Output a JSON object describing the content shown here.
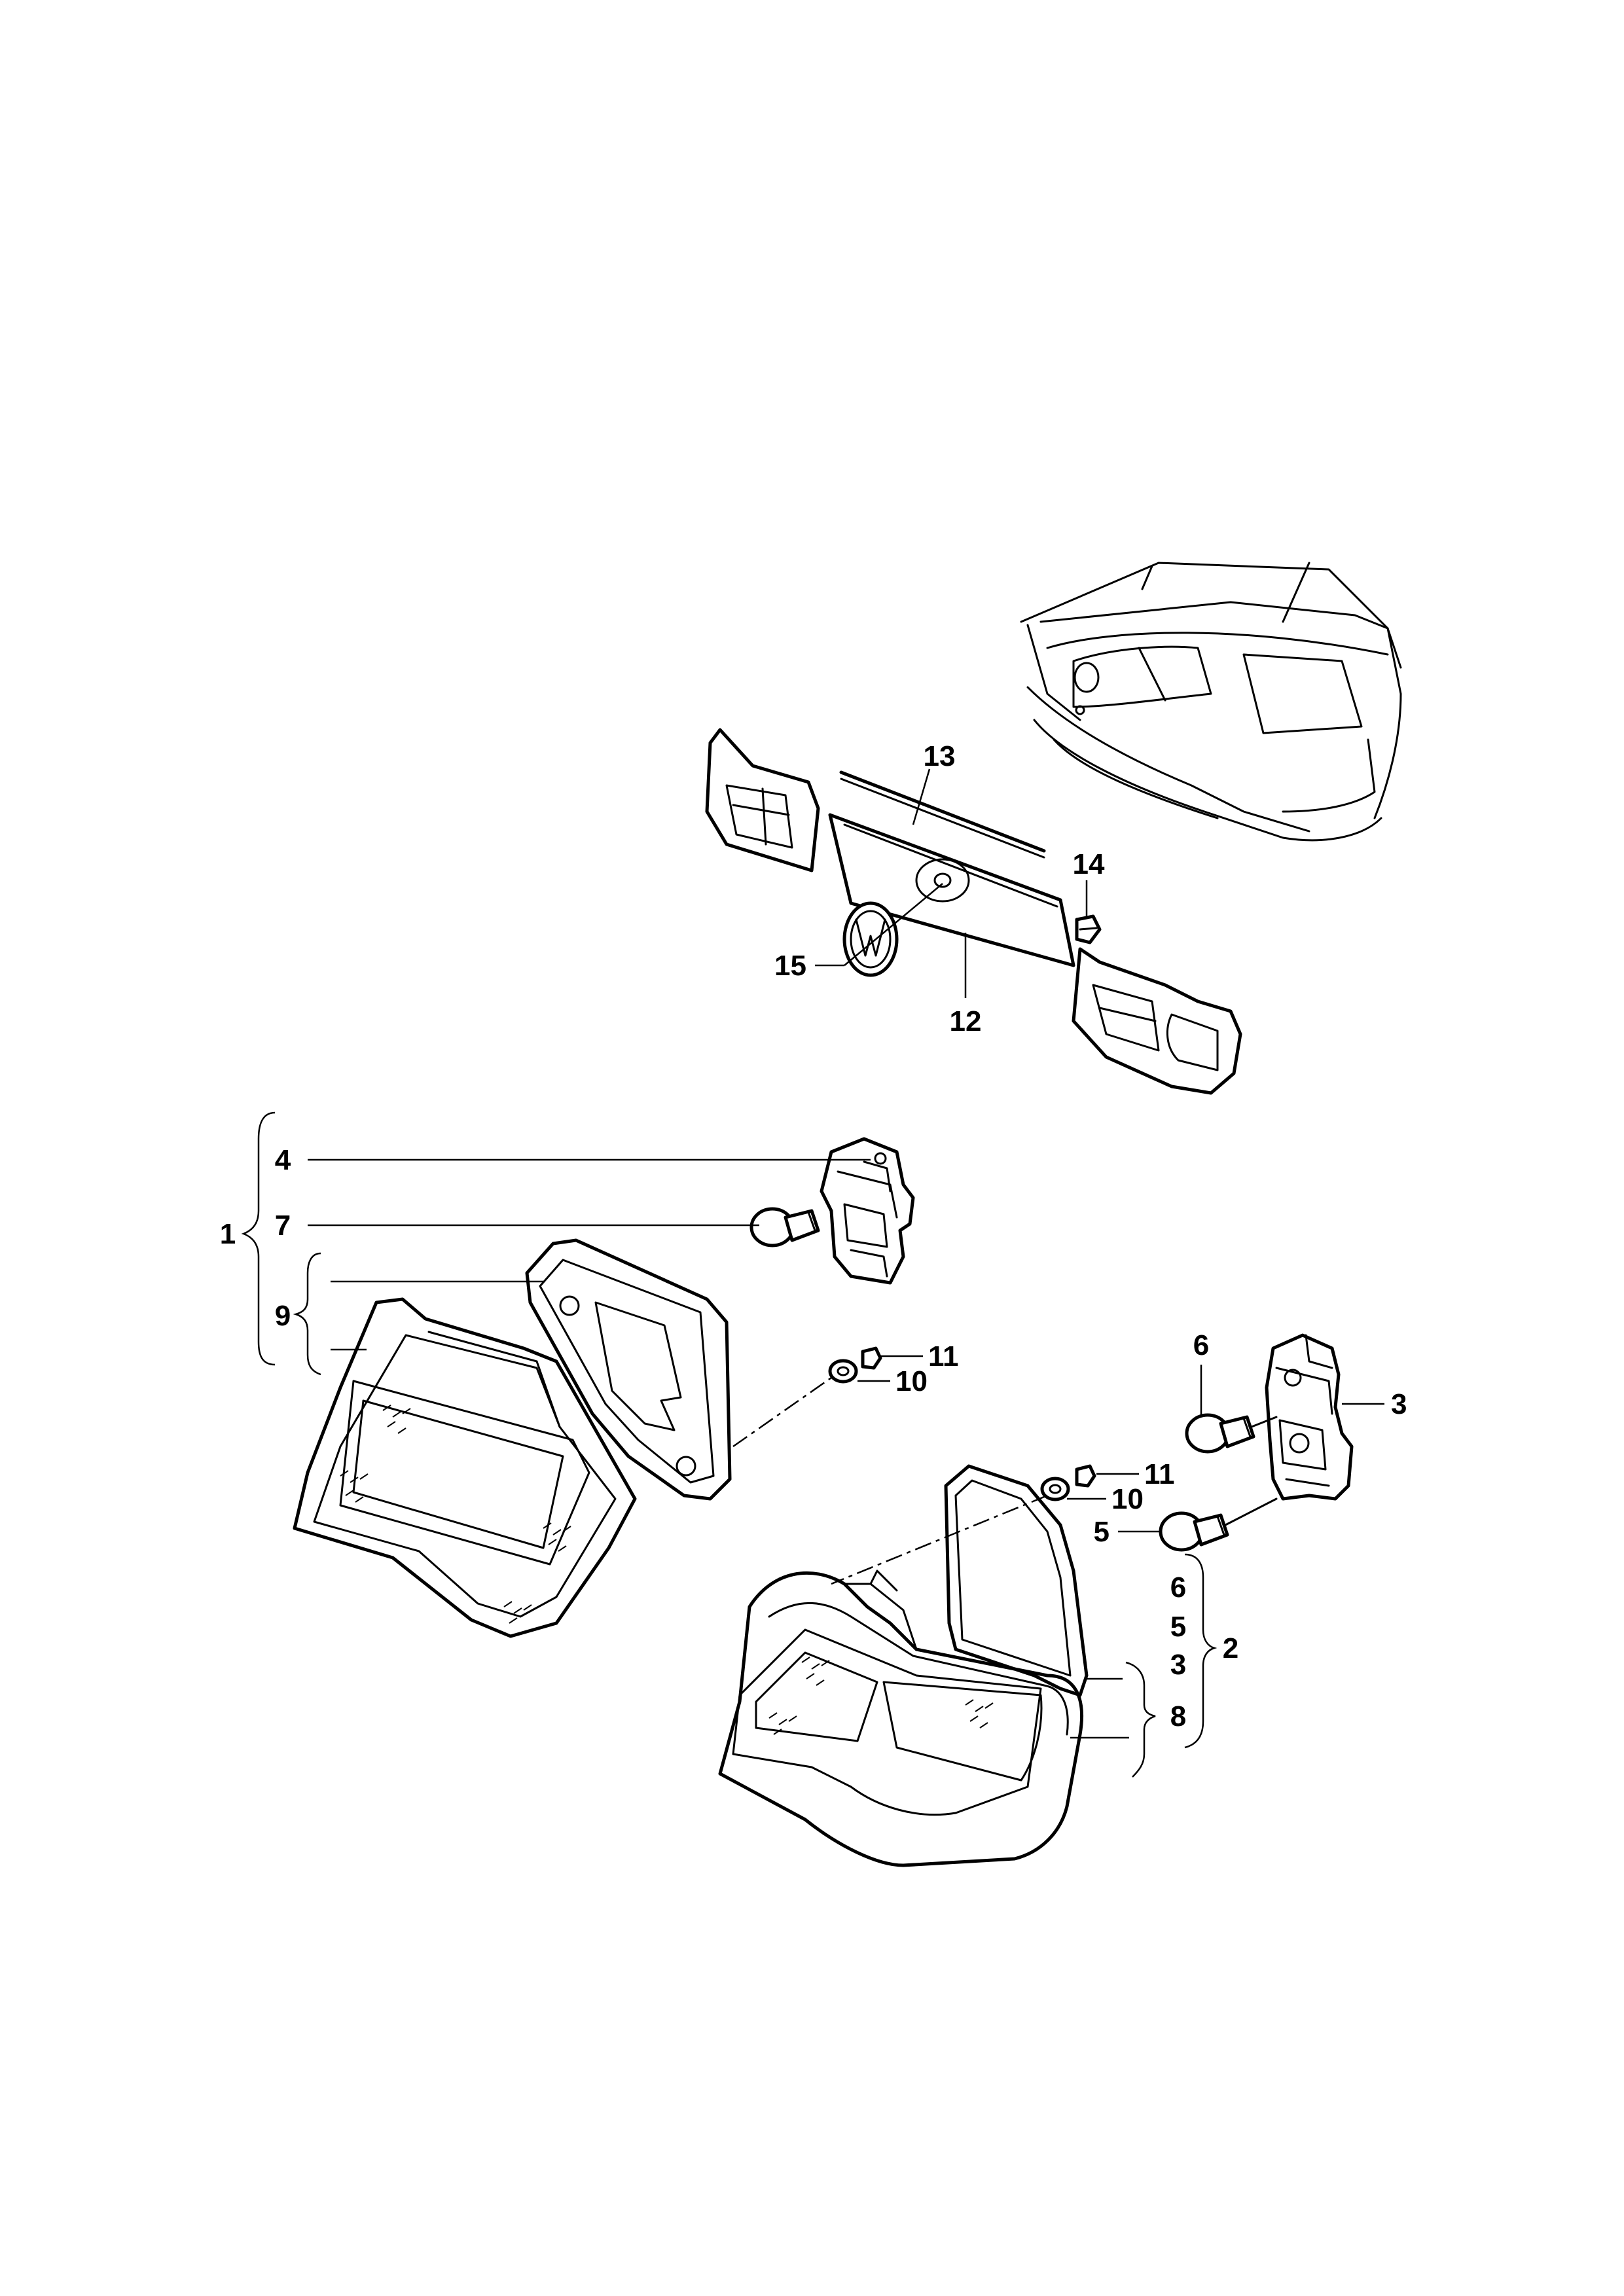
{
  "diagram": {
    "callouts": {
      "c1": "1",
      "c2": "2",
      "c3": "3",
      "c3b": "3",
      "c4": "4",
      "c5": "5",
      "c5b": "5",
      "c6": "6",
      "c6b": "6",
      "c7": "7",
      "c8": "8",
      "c9": "9",
      "c10a": "10",
      "c10b": "10",
      "c11a": "11",
      "c11b": "11",
      "c12": "12",
      "c13": "13",
      "c14": "14",
      "c15": "15"
    }
  }
}
